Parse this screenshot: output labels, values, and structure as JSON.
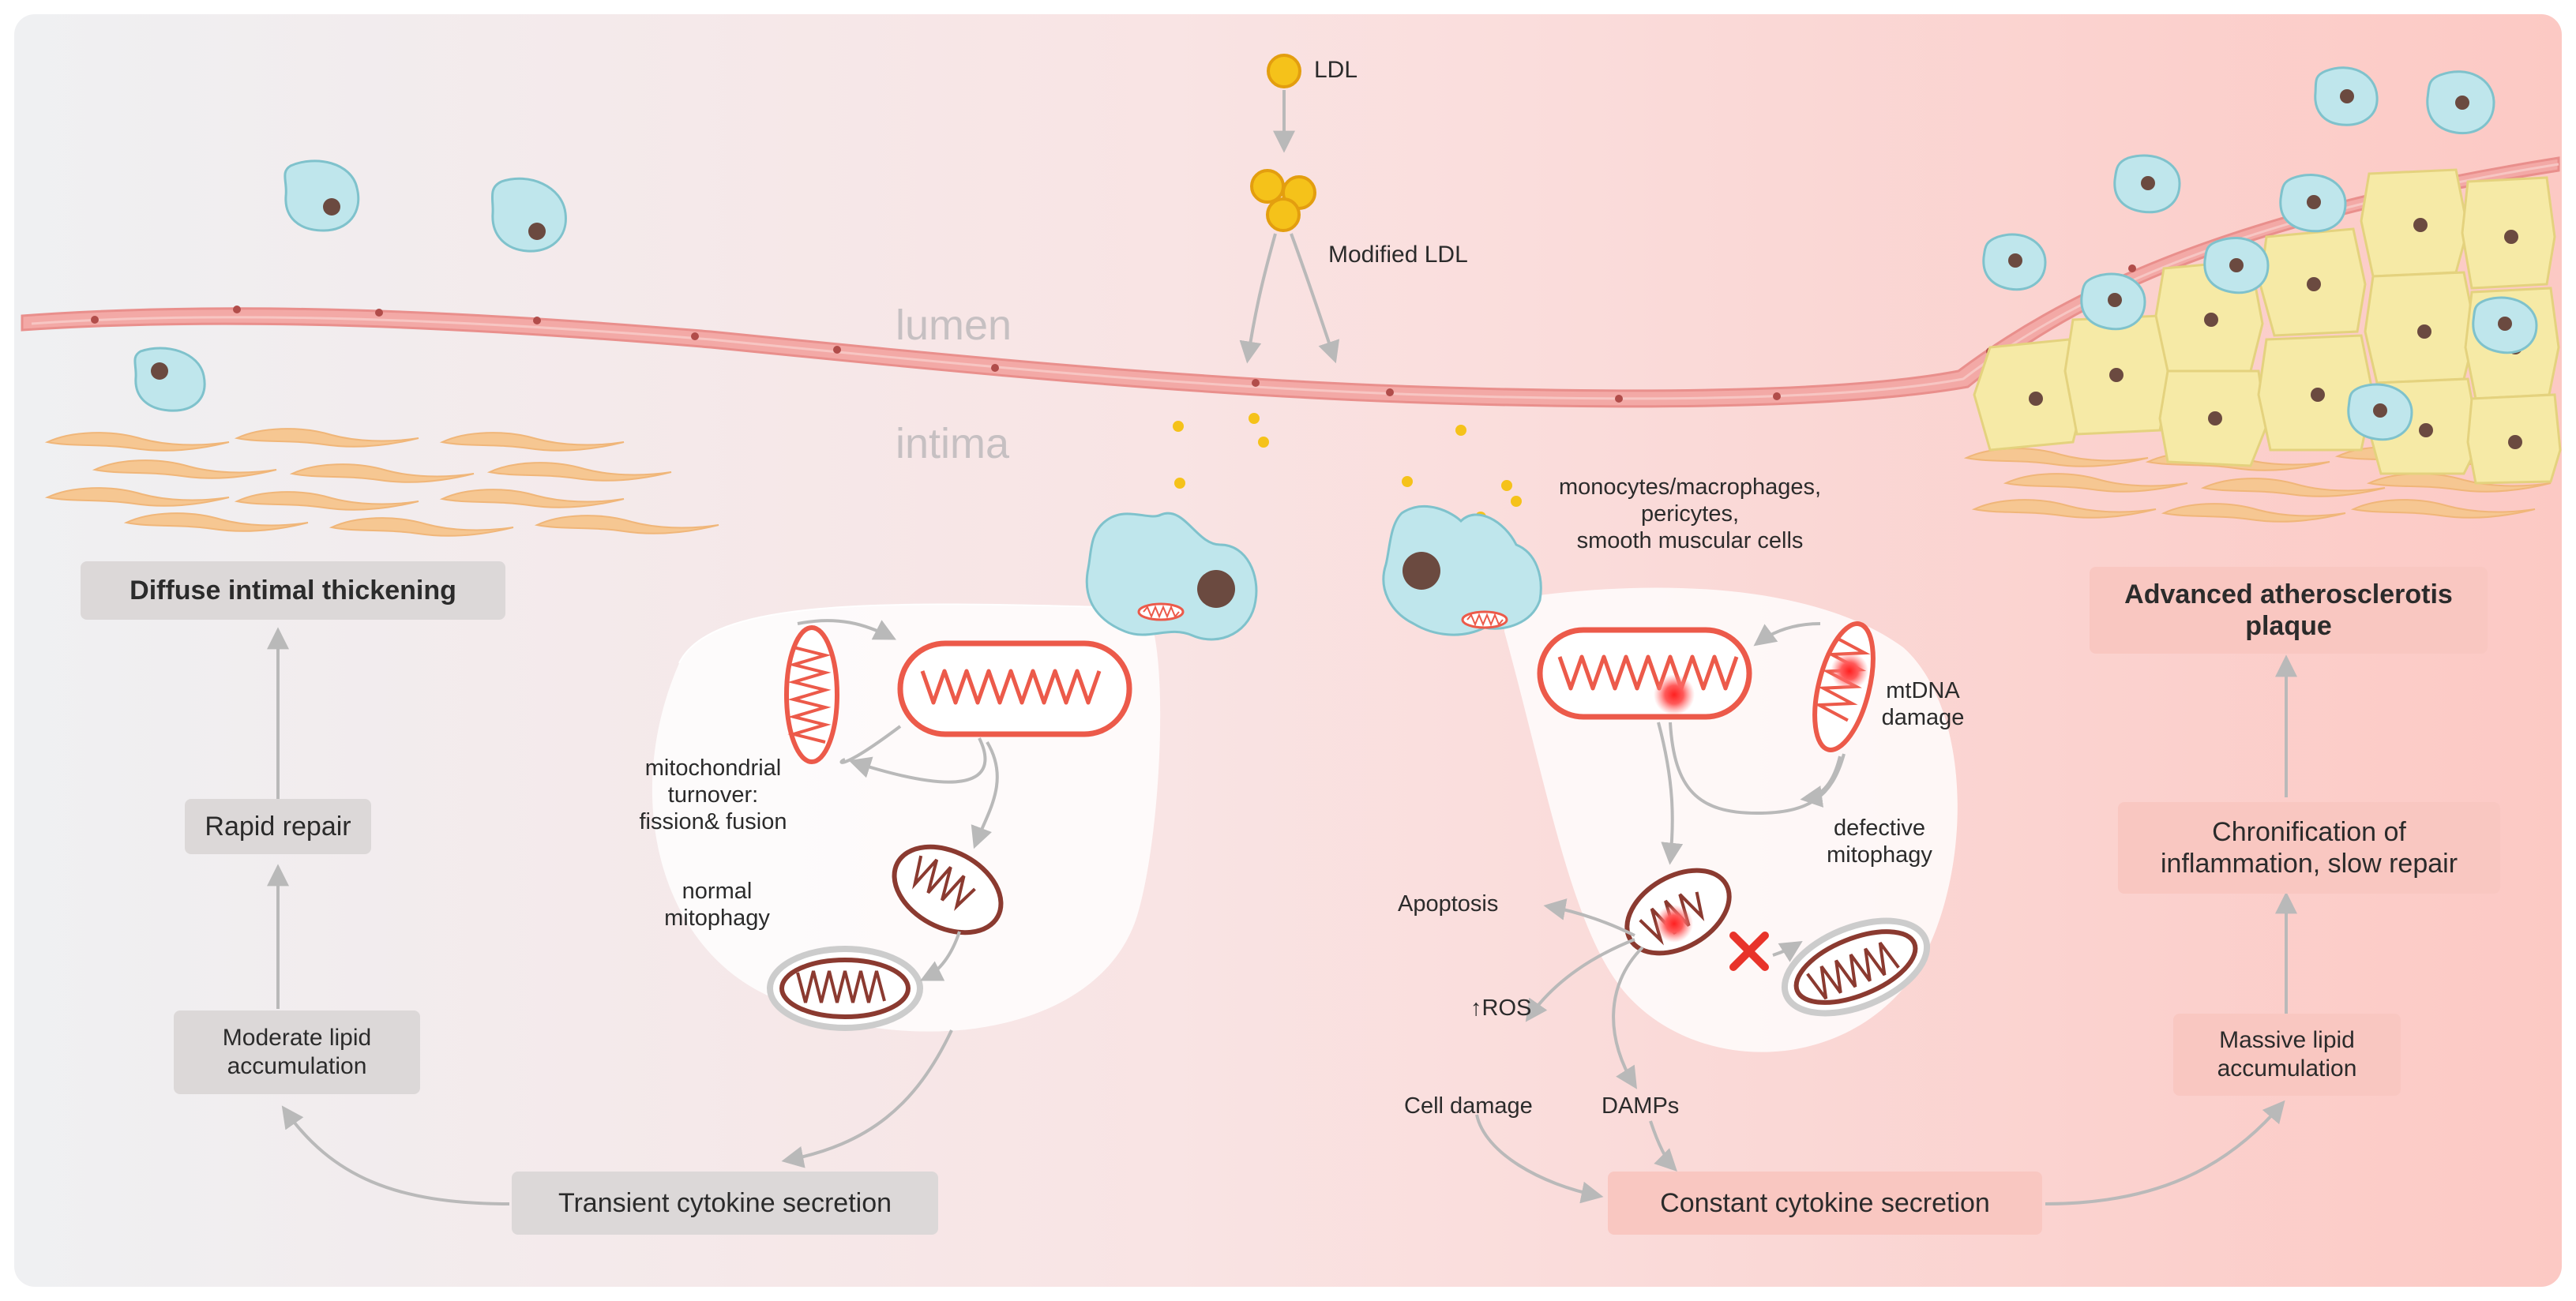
{
  "labels": {
    "ldl": "LDL",
    "modified_ldl": "Modified LDL",
    "lumen": "lumen",
    "intima": "intima",
    "cell_types": [
      "monocytes/macrophages,",
      "pericytes,",
      "smooth muscular cells"
    ],
    "mito_turnover": [
      "mitochondrial",
      "turnover:",
      "fission& fusion"
    ],
    "normal_mitophagy": [
      "normal",
      "mitophagy"
    ],
    "mtdna_damage": [
      "mtDNA",
      "damage"
    ],
    "defective_mitophagy": [
      "defective",
      "mitophagy"
    ],
    "apoptosis": "Apoptosis",
    "ros": "↑ROS",
    "cell_damage": "Cell damage",
    "damps": "DAMPs"
  },
  "boxes": {
    "diffuse": "Diffuse intimal thickening",
    "rapid_repair": "Rapid repair",
    "moderate_lipid": [
      "Moderate lipid",
      "accumulation"
    ],
    "transient": "Transient cytokine secretion",
    "constant": "Constant cytokine secretion",
    "massive_lipid": [
      "Massive lipid",
      "accumulation"
    ],
    "chronification": [
      "Chronification of",
      "inflammation, slow repair"
    ],
    "advanced": [
      "Advanced atherosclerotis",
      "plaque"
    ]
  },
  "colors": {
    "mito_red": "#ec5a4a",
    "mito_dark": "#8b3a30",
    "cell_blue": "#bfe6ec",
    "foam_yellow": "#f6eaa6",
    "smc_orange": "#f6c792",
    "endothelium_pink": "#f3a9a6",
    "ldl_yellow": "#f5c21a",
    "arrow_gray": "#b9b9b9",
    "cross_red": "#e8332a"
  }
}
